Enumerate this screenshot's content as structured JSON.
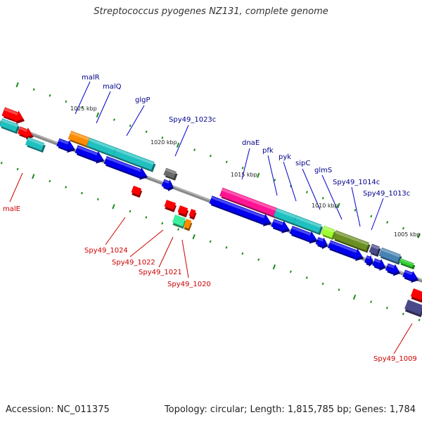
{
  "title": "Streptococcus pyogenes NZ131, complete genome",
  "footer": {
    "accession": "Accession: NC_011375",
    "info": "Topology: circular; Length: 1,815,785 bp; Genes: 1,784"
  },
  "colors": {
    "backbone": "#7a7a7a",
    "ticks": "#1a8a1a",
    "forward_label": "#00008b",
    "reverse_label": "#cc0000"
  },
  "kbp_markers": [
    {
      "text": "1025 kbp"
    },
    {
      "text": "1020 kbp"
    },
    {
      "text": "1015 kbp"
    },
    {
      "text": "1010 kbp"
    },
    {
      "text": "1005 kbp"
    }
  ],
  "gene_labels": {
    "forward": [
      {
        "text": "malR",
        "strand": "forward"
      },
      {
        "text": "malQ",
        "strand": "forward"
      },
      {
        "text": "glgP",
        "strand": "forward"
      },
      {
        "text": "Spy49_1023c",
        "strand": "forward"
      },
      {
        "text": "dnaE",
        "strand": "forward"
      },
      {
        "text": "pfk",
        "strand": "forward"
      },
      {
        "text": "pyk",
        "strand": "forward"
      },
      {
        "text": "sipC",
        "strand": "forward"
      },
      {
        "text": "glmS",
        "strand": "forward"
      },
      {
        "text": "Spy49_1014c",
        "strand": "forward"
      },
      {
        "text": "Spy49_1013c",
        "strand": "forward"
      }
    ],
    "reverse": [
      {
        "text": "malE",
        "strand": "reverse"
      },
      {
        "text": "Spy49_1024",
        "strand": "reverse"
      },
      {
        "text": "Spy49_1022",
        "strand": "reverse"
      },
      {
        "text": "Spy49_1021",
        "strand": "reverse"
      },
      {
        "text": "Spy49_1020",
        "strand": "reverse"
      },
      {
        "text": "Spy49_1009",
        "strand": "reverse"
      }
    ]
  }
}
